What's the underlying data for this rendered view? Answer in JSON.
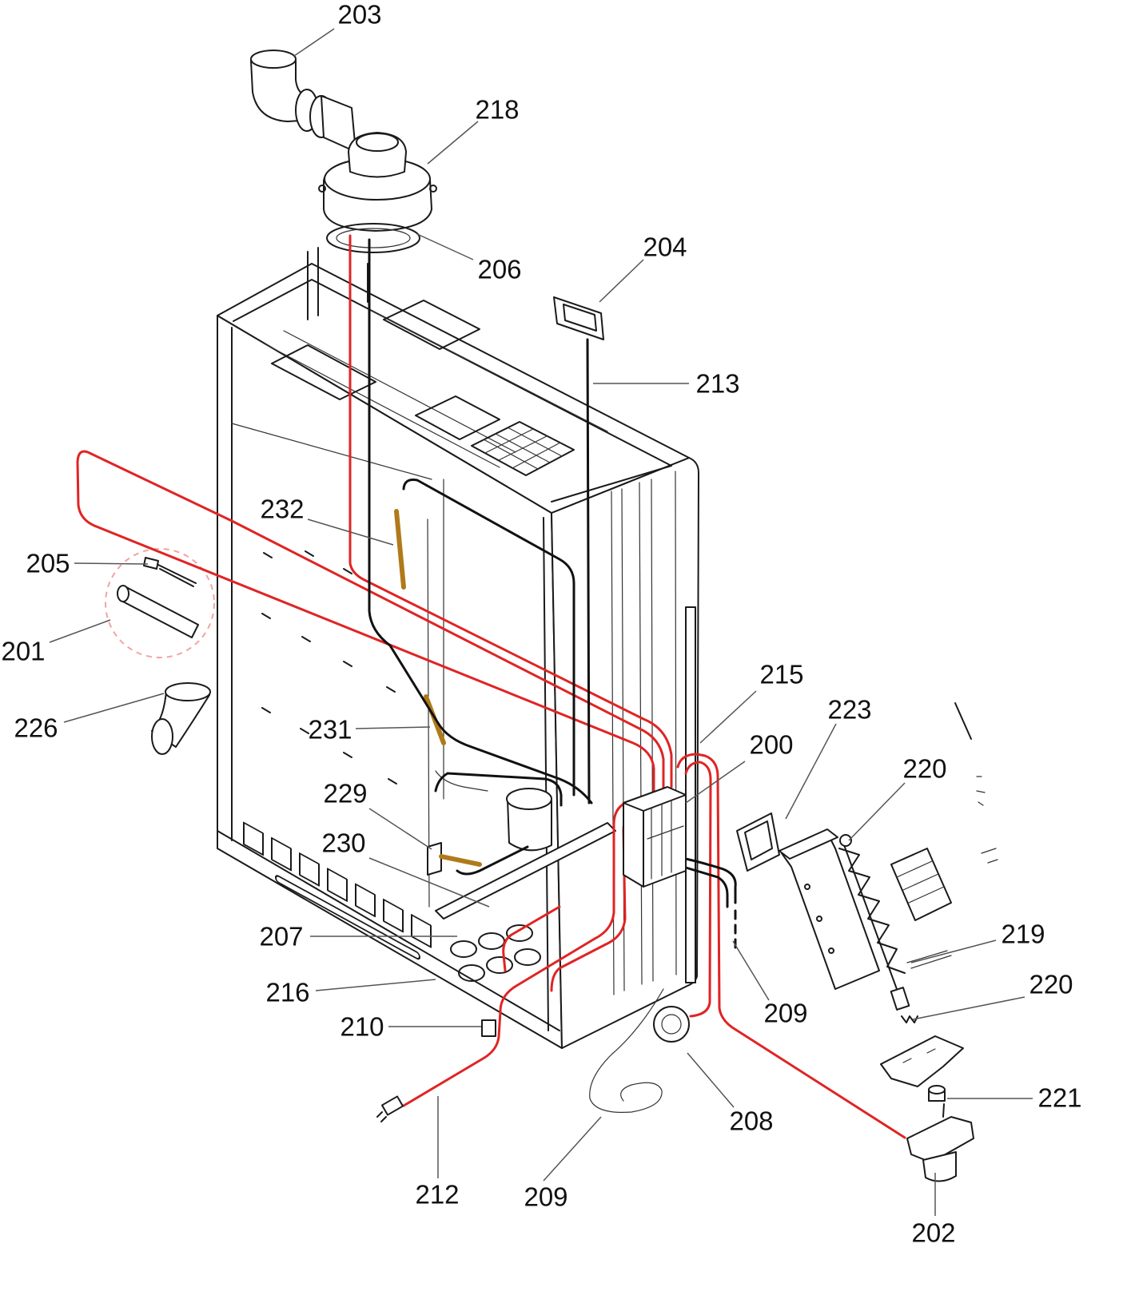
{
  "colors": {
    "wire_red": "#e02424",
    "line": "#1a1a1a",
    "ring_dashed": "#f2a3a3",
    "rod": "#b07a1a"
  },
  "callouts": [
    "203",
    "218",
    "206",
    "204",
    "213",
    "232",
    "205",
    "201",
    "226",
    "231",
    "229",
    "230",
    "207",
    "216",
    "210",
    "215",
    "223",
    "200",
    "220",
    "219",
    "220",
    "209",
    "221",
    "208",
    "212",
    "209",
    "202"
  ]
}
